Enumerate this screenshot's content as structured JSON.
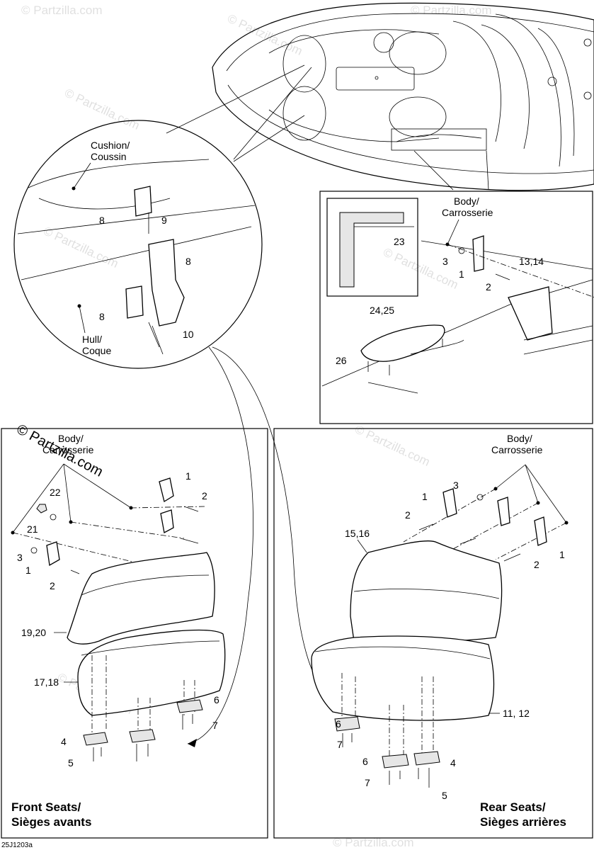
{
  "labels": {
    "cushion": [
      "Cushion/",
      "Coussin"
    ],
    "hull": [
      "Hull/",
      "Coque"
    ],
    "body_top": [
      "Body/",
      "Carrosserie"
    ],
    "body_front": [
      "Body/",
      "Carrosserie"
    ],
    "body_rear": [
      "Body/",
      "Carrosserie"
    ],
    "front_title": [
      "Front Seats/",
      "Sièges avants"
    ],
    "rear_title": [
      "Rear Seats/",
      "Sièges arrières"
    ],
    "figure_code": "25J1203a",
    "watermark": "© Partzilla.com",
    "watermark_faint": "© Partzilla.com"
  },
  "callouts": {
    "detail": [
      "8",
      "9",
      "8",
      "8",
      "10"
    ],
    "top_right": [
      "23",
      "3",
      "1",
      "2",
      "13,14",
      "24,25",
      "26"
    ],
    "front": [
      "22",
      "21",
      "3",
      "1",
      "2",
      "1",
      "2",
      "19,20",
      "17,18",
      "4",
      "5",
      "6",
      "7"
    ],
    "rear": [
      "3",
      "1",
      "2",
      "15,16",
      "2",
      "1",
      "11, 12",
      "6",
      "7",
      "6",
      "7",
      "4",
      "5"
    ]
  }
}
